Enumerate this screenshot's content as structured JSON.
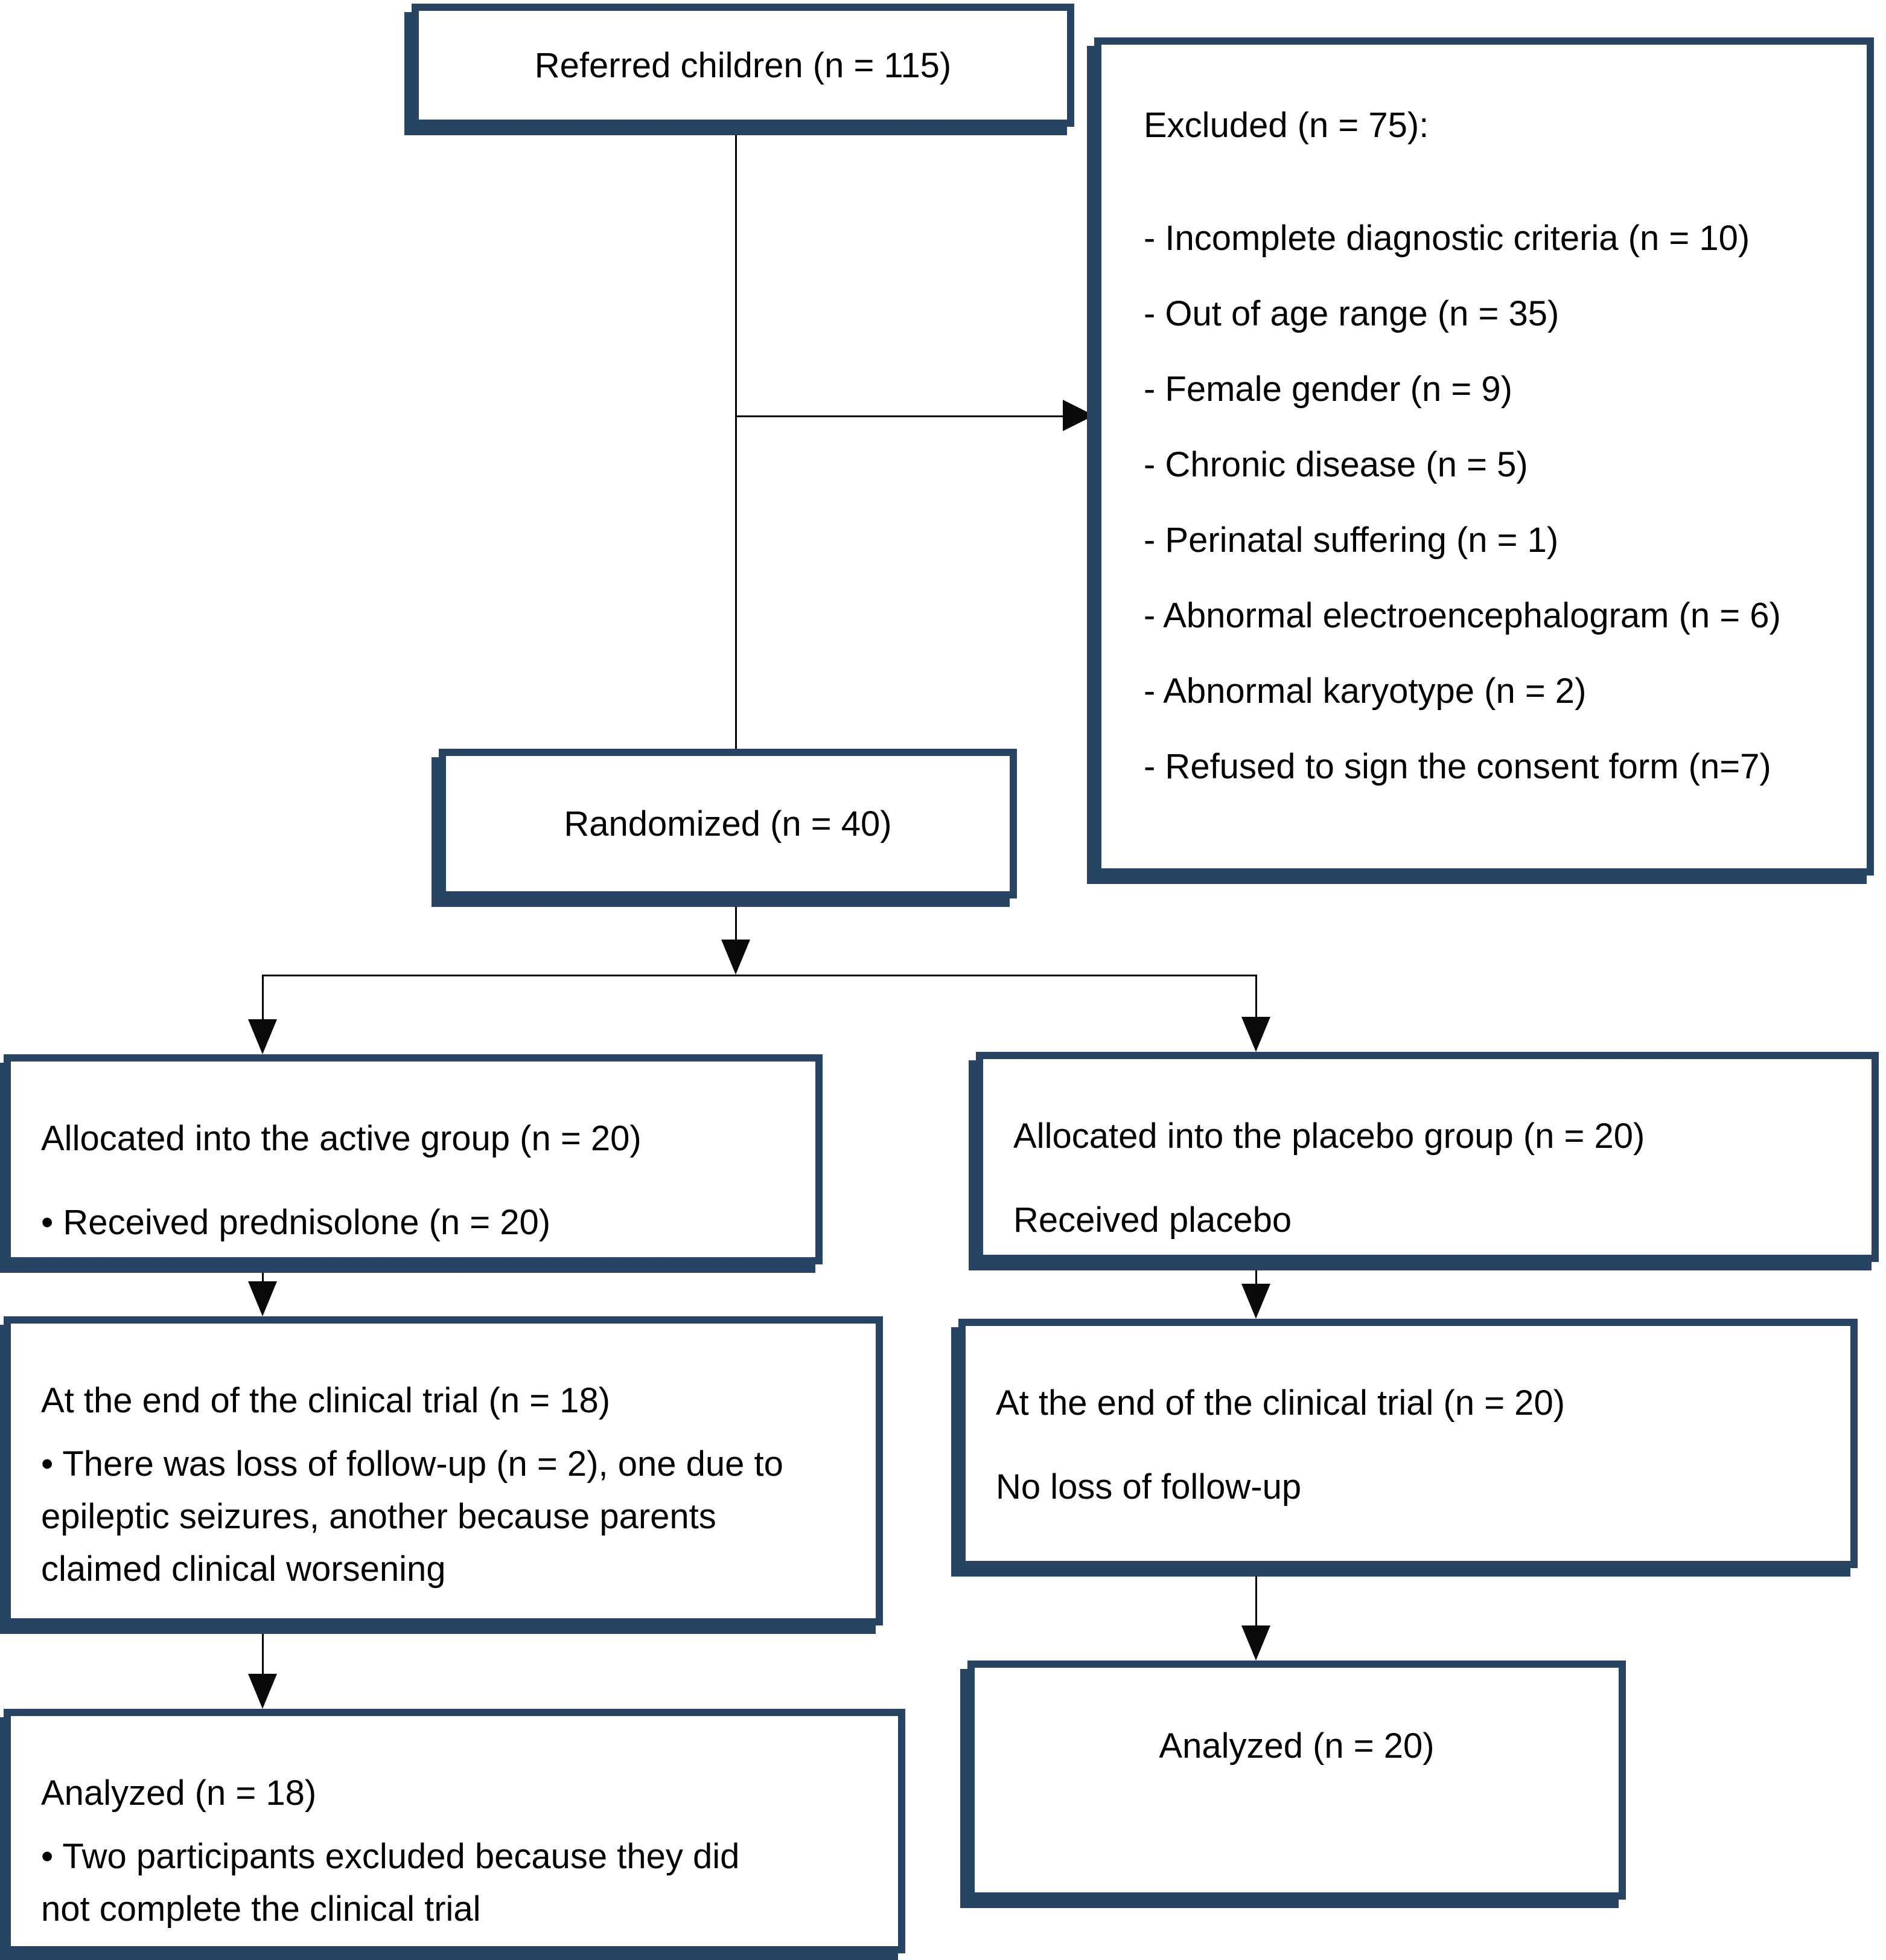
{
  "figure": {
    "kind": "CONSORT participant flow diagram",
    "background_color": "#ffffff",
    "box_border_color": "#274462",
    "connector_color": "#0a0a0a"
  },
  "boxes": {
    "referred": {
      "label": "Referred children (n = 115)"
    },
    "excluded": {
      "title": "Excluded (n = 75):",
      "items": [
        "- Incomplete diagnostic criteria (n = 10)",
        "- Out of age range (n = 35)",
        "- Female gender (n = 9)",
        "- Chronic disease (n = 5)",
        "- Perinatal suffering (n = 1)",
        "- Abnormal electroencephalogram (n = 6)",
        "- Abnormal karyotype (n = 2)",
        "- Refused to sign the consent form (n=7)"
      ]
    },
    "randomized": {
      "label": "Randomized (n = 40)"
    },
    "allocated_active": {
      "title": "Allocated into the active group (n = 20)",
      "detail": "• Received prednisolone (n = 20)"
    },
    "allocated_placebo": {
      "title": "Allocated into the placebo group (n = 20)",
      "detail": "Received placebo"
    },
    "end_active": {
      "title": "At the end of the clinical trial (n = 18)",
      "detail": "• There was loss of follow-up (n = 2), one due to epileptic seizures, another because parents claimed clinical worsening"
    },
    "end_placebo": {
      "title": "At the end of the clinical trial (n = 20)",
      "detail": "No loss of follow-up"
    },
    "analyzed_active": {
      "title": "Analyzed (n = 18)",
      "detail": "• Two participants excluded because they did not complete the clinical trial"
    },
    "analyzed_placebo": {
      "label": "Analyzed (n = 20)"
    }
  }
}
